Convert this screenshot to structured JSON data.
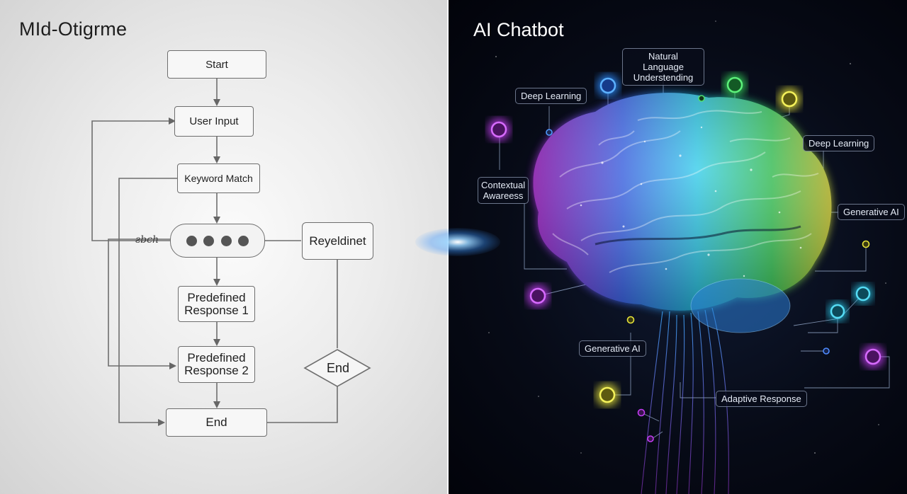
{
  "left_panel": {
    "title": "MId-Otigrme",
    "nodes": {
      "start": "Start",
      "user_input": "User Input",
      "keyword_match": "Keyword Match",
      "reyeldinet": "Reyeldinet",
      "response1": "Predefined Response 1",
      "response2": "Predefined Response 2",
      "end_diamond": "End",
      "end_bottom": "End"
    },
    "side_label": "ƨbch"
  },
  "right_panel": {
    "title": "AI Chatbot",
    "labels": {
      "nlu": "Natural Language Understending",
      "deep_learning_left": "Deep Learning",
      "deep_learning_right": "Deep Learning",
      "contextual": "Contextual Awareess",
      "generative_right": "Generative AI",
      "generative_bottom": "Generative AI",
      "adaptive": "Adaptive Response"
    },
    "colors": {
      "blue": "#2f8cff",
      "green": "#35d65a",
      "yellow": "#e8e53a",
      "magenta": "#c23cf0",
      "cyan": "#2bc6e6"
    }
  }
}
